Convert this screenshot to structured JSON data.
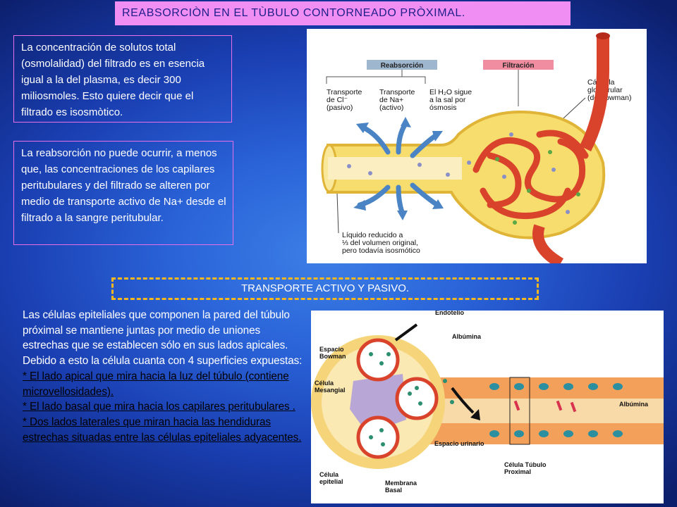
{
  "title": "REABSORCIÒN EN EL TÙBULO   CONTORNEADO PRÒXIMAL.",
  "box1": "La concentración de solutos total (osmolalidad) del filtrado es en esencia igual a la del plasma, es decir 300 miliosmoles. Esto quiere decir que el filtrado es isosmòtico.",
  "box2": "La reabsorción no puede ocurrir, a menos que, las concentraciones de los capilares peritubulares y del filtrado se alteren por medio de transporte activo de Na+ desde el filtrado a la sangre peritubular.",
  "subtitle": "TRANSPORTE ACTIVO Y PASIVO.",
  "body": {
    "intro": "Las células epiteliales que componen la pared del túbulo próximal se mantiene juntas por medio de uniones estrechas que se establecen sólo en sus lados apicales. Debido a esto la célula cuanta con 4  superficies expuestas:",
    "item1": "* El lado apical que mira hacia la luz del túbulo (contiene microvellosidades).",
    "item2": "*  El lado basal que mira hacia los capilares peritubulares .",
    "item3": "*  Dos lados laterales que miran hacia las hendiduras estrechas situadas entre las células epiteliales adyacentes."
  },
  "figure1": {
    "label_reabsorcion": "Reabsorción",
    "label_filtracion": "Filtración",
    "cl_1": "Transporte",
    "cl_2": "de Cl⁻",
    "cl_3": "(pasivo)",
    "na_1": "Transporte",
    "na_2": "de Na+",
    "na_3": "(activo)",
    "h2o_1": "El H₂O sigue",
    "h2o_2": "a la sal por",
    "h2o_3": "ósmosis",
    "capsula_1": "Cápsula",
    "capsula_2": "glomerular",
    "capsula_3": "(de Bowman)",
    "liquido_1": "Líquido reducido a",
    "liquido_2": "⅓ del volumen original,",
    "liquido_3": "pero todavía isosmótico"
  },
  "figure2": {
    "endotelio": "Endotelio",
    "albumina_top": "Albúmina",
    "espacio_bowman_1": "Espacio",
    "espacio_bowman_2": "Bowman",
    "celula_mesangial_1": "Célula",
    "celula_mesangial_2": "Mesangial",
    "albumina_right": "Albúmina",
    "espacio_urinario": "Espacio urinario",
    "celula_tubulo_1": "Célula Túbulo",
    "celula_tubulo_2": "Proximal",
    "celula_epitelial_1": "Célula",
    "celula_epitelial_2": "epitelial",
    "membrana_1": "Membrana",
    "membrana_2": "Basal"
  },
  "colors": {
    "title_bg": "#f08ef3",
    "title_text": "#1f1f8a",
    "box_border": "#e86fe8",
    "dashed_border": "#f6b81e",
    "underline_text": "#000000"
  }
}
